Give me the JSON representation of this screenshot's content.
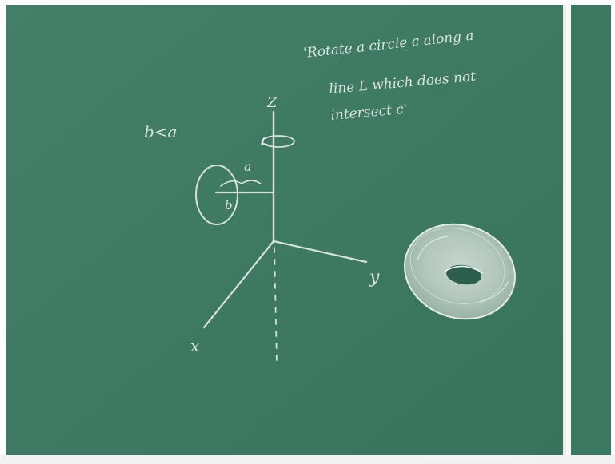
{
  "board": {
    "color": "#3e7a65",
    "quote_lines": [
      "'Rotate a circle c along a",
      "line L which does not",
      "intersect c'"
    ],
    "condition": "b<a",
    "axis_labels": {
      "z": "Z",
      "y": "y",
      "x": "x"
    },
    "radius_labels": {
      "a": "a",
      "b": "b"
    }
  }
}
